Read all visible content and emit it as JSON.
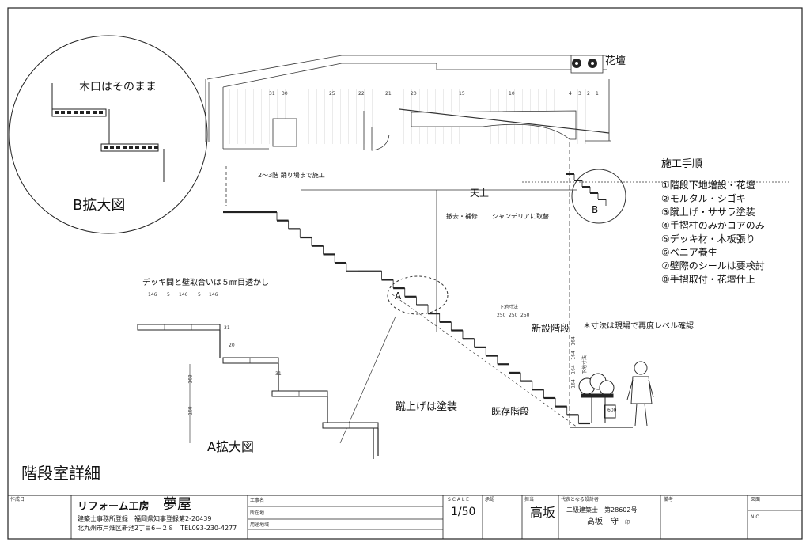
{
  "drawing": {
    "title": "階段室詳細",
    "planter_label": "花壇",
    "ceiling_label": "天上",
    "remove_note": "撤去・補修",
    "chandelier_note": "シャンデリアに取替",
    "landing_note": "2〜3階 踊り場まで施工",
    "new_stairs": "新設階段",
    "existing_stairs": "既存階段",
    "riser_paint": "蹴上げは塗装",
    "deck_gap_note": "デッキ間と壁取合いは５㎜目透かし",
    "level_note": "＊寸法は現場で再度レベル確認",
    "riser_dims_label": "下地寸法",
    "riser_dims": [
      "250",
      "250",
      "250"
    ],
    "vertical_dims": [
      "164",
      "164",
      "164",
      "164"
    ],
    "vertical_label": "下地寸法",
    "wood_ends": "木口はそのまま",
    "b_detail_title": "B拡大図",
    "a_detail_title": "A拡大図",
    "marker_a": "A",
    "marker_b": "B",
    "step_numbers_left": [
      "31",
      "30",
      "25",
      "22",
      "21"
    ],
    "step_numbers_mid": [
      "20",
      "15",
      "10"
    ],
    "step_numbers_right": [
      "4",
      "3",
      "2",
      "1"
    ],
    "deck_dims": [
      "146",
      "5",
      "146",
      "5",
      "146"
    ],
    "a_dims": [
      "31",
      "20",
      "31",
      "168",
      "168"
    ],
    "height_600": "600"
  },
  "procedure": {
    "title": "施工手順",
    "items": [
      "①階段下地増設・花壇",
      "②モルタル・シゴキ",
      "③蹴上げ・ササラ塗装",
      "④手摺柱のみかコアのみ",
      "⑤デッキ材・木板張り",
      "⑥ベニア養生",
      "⑦壁際のシールは要検討",
      "⑧手摺取付・花壇仕上"
    ]
  },
  "title_block": {
    "created_date_label": "作成日",
    "company": "リフォーム工房",
    "brand": "夢屋",
    "registration": "建築士事務所登録　福岡県知事登録第2-20439",
    "address": "北九州市戸畑区新池2丁目6－２８　TEL093-230-4277",
    "project_label": "工事名",
    "location_label": "所在地",
    "use_label": "用途地域",
    "scale_label": "S C A L E",
    "scale_value": "1/50",
    "approval_label": "承認",
    "check_label": "担当",
    "checker_name": "高坂",
    "designer_label": "代表となる設計者",
    "designer_qual": "二級建築士　第28602号",
    "designer_name": "高坂　守",
    "seal": "印",
    "remarks_label": "備考",
    "drawing_no_label": "図面",
    "no_label": "N O"
  }
}
